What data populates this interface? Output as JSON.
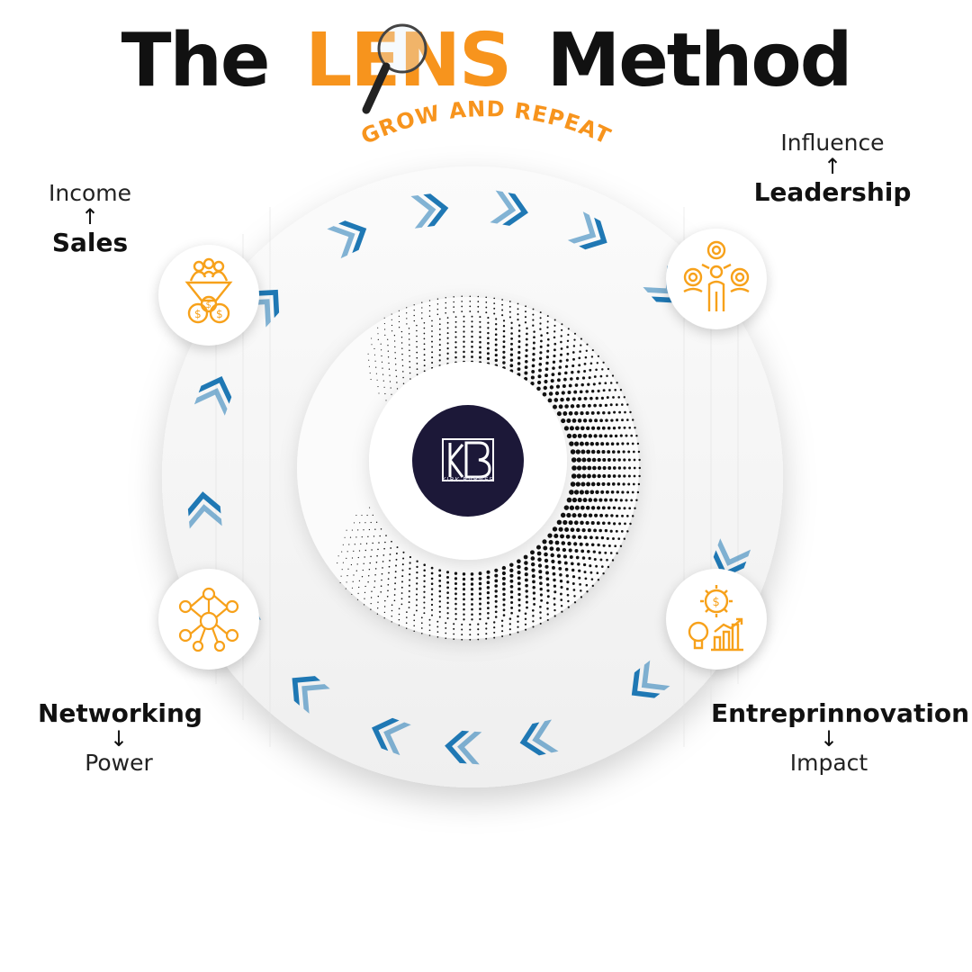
{
  "title": {
    "prefix": "The",
    "accent": "LENS",
    "suffix": "Method"
  },
  "cycle_label": "GROW AND REPEAT",
  "logo": {
    "monogram": "KB",
    "caption": "KIRK BARNES"
  },
  "stages": [
    {
      "key": "sales",
      "name": "Sales",
      "outcome": "Income",
      "icon": "sales-funnel-icon"
    },
    {
      "key": "leadership",
      "name": "Leadership",
      "outcome": "Influence",
      "icon": "team-leader-icon"
    },
    {
      "key": "entreprinnovation",
      "name": "Entreprinnovation",
      "outcome": "Impact",
      "icon": "idea-growth-icon"
    },
    {
      "key": "networking",
      "name": "Networking",
      "outcome": "Power",
      "icon": "network-people-icon"
    }
  ],
  "colors": {
    "accent": "#f7941d",
    "arrow": "#1f78b4",
    "logo_bg": "#1c1838",
    "text": "#111111"
  }
}
